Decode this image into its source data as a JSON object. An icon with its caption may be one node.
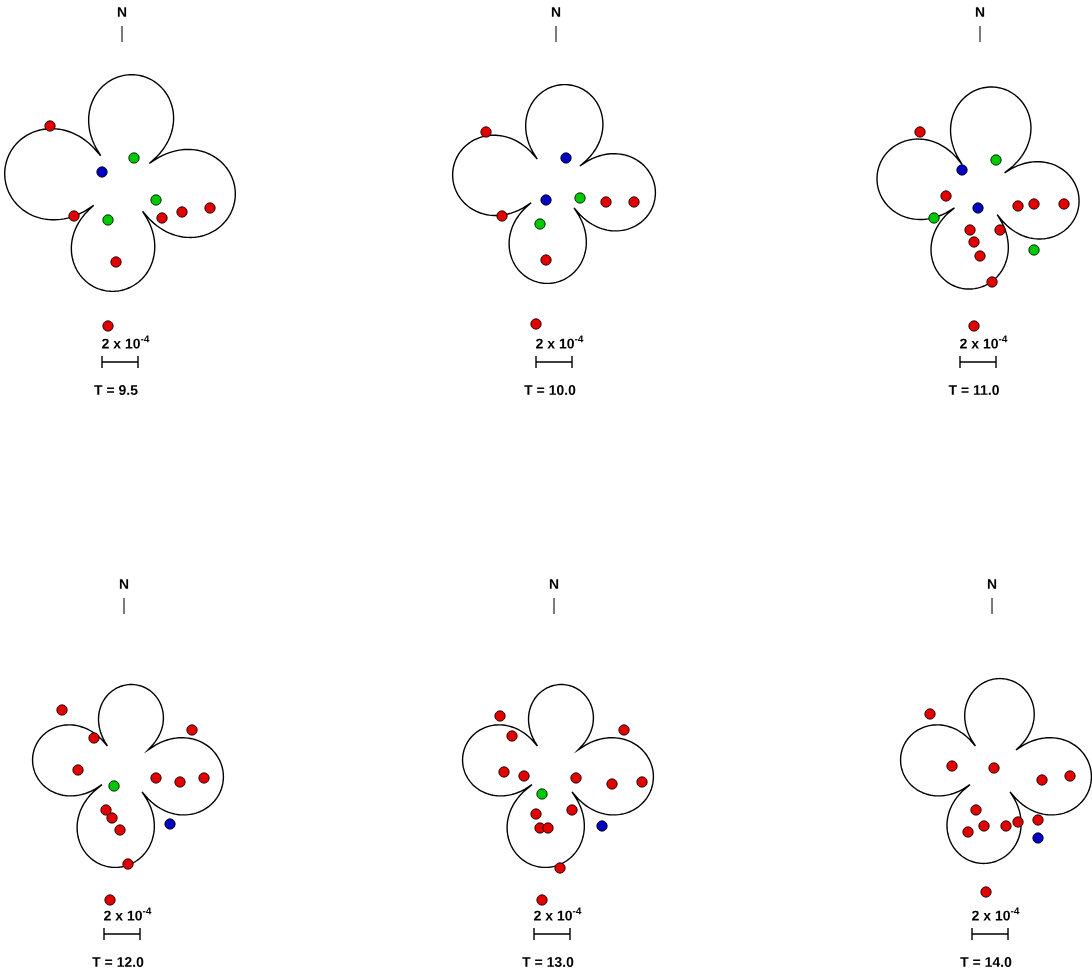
{
  "diagram": {
    "labels": [
      "N",
      "2 x 10$^{-4}$",
      "T = 9.5",
      "N",
      "2 x 10$^{-4}$",
      "T = 10.0",
      "N",
      "2 x 10$^{-4}$",
      "T = 11.0",
      "N",
      "2 x 10$^{-4}$",
      "T = 12.0",
      "N",
      "2 x 10$^{-4}$",
      "T = 13.0",
      "N",
      "2 x 10$^{-4}$",
      "T = 14.0"
    ]
  }
}
